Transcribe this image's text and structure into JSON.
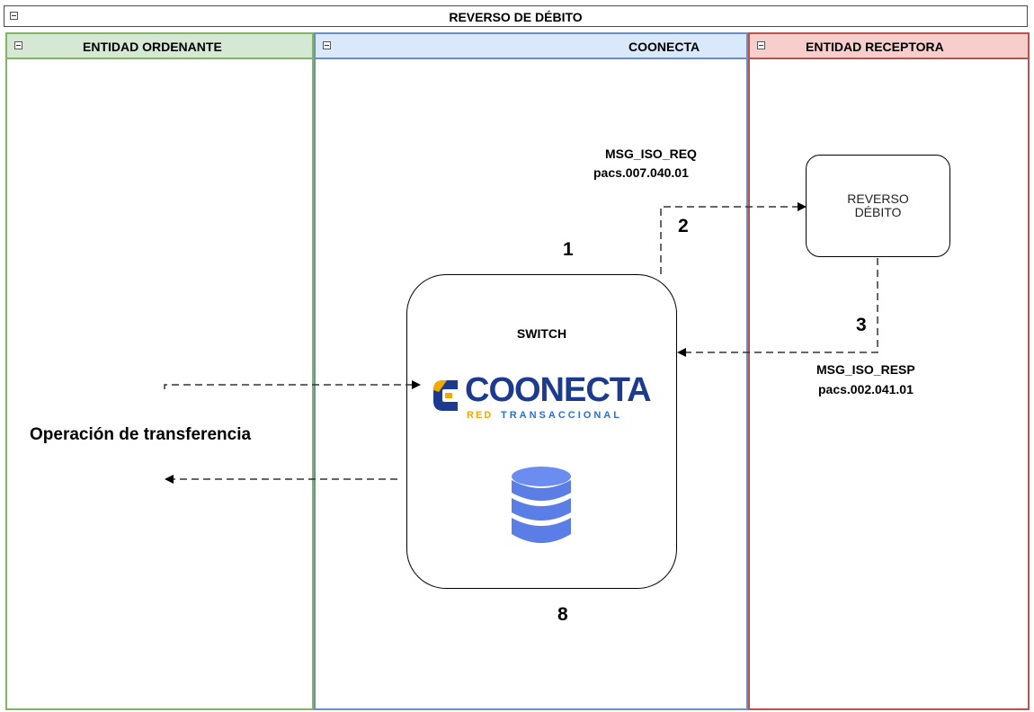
{
  "pool": {
    "title": "REVERSO DE DÉBITO"
  },
  "lanes": {
    "ordenante": {
      "title": "ENTIDAD ORDENANTE"
    },
    "coonecta": {
      "title": "COONECTA"
    },
    "receptora": {
      "title": "ENTIDAD RECEPTORA"
    }
  },
  "nodes": {
    "switch": {
      "title": "SWITCH",
      "logo": {
        "main": "COONECTA",
        "sub_red": "RED",
        "sub_rest": "TRANSACCIONAL"
      },
      "icon": "database-icon"
    },
    "reverso": {
      "line1": "REVERSO",
      "line2": "DÉBITO"
    }
  },
  "steps": {
    "s1": "1",
    "s2": "2",
    "s3": "3",
    "s8": "8"
  },
  "labels": {
    "req_msg": "MSG_ISO_REQ",
    "req_code": "pacs.007.040.01",
    "resp_msg": "MSG_ISO_RESP",
    "resp_code": "pacs.002.041.01",
    "operation": "Operación de transferencia"
  },
  "colors": {
    "green_fill": "#d5e8d4",
    "green_stroke": "#82b366",
    "blue_fill": "#dae8fc",
    "blue_stroke": "#6c8ebf",
    "red_fill": "#f8cecc",
    "red_stroke": "#b85450",
    "logo_blue": "#1c3b8f",
    "logo_yellow": "#f5a800",
    "db_blue": "#5b7de6"
  }
}
